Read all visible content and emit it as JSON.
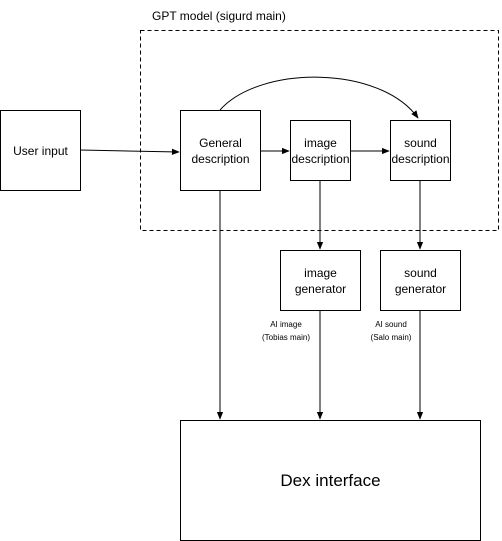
{
  "group": {
    "label": "GPT model (sigurd main)"
  },
  "nodes": {
    "user_input": "User input",
    "general_description": "General\ndescription",
    "image_description": "image\ndescription",
    "sound_description": "sound\ndescription",
    "image_generator": "image\ngenerator",
    "sound_generator": "sound\ngenerator",
    "dex_interface": "Dex interface"
  },
  "edge_labels": {
    "ai_image": "AI image\n(Tobias main)",
    "ai_sound": "AI sound\n(Salo main)"
  }
}
